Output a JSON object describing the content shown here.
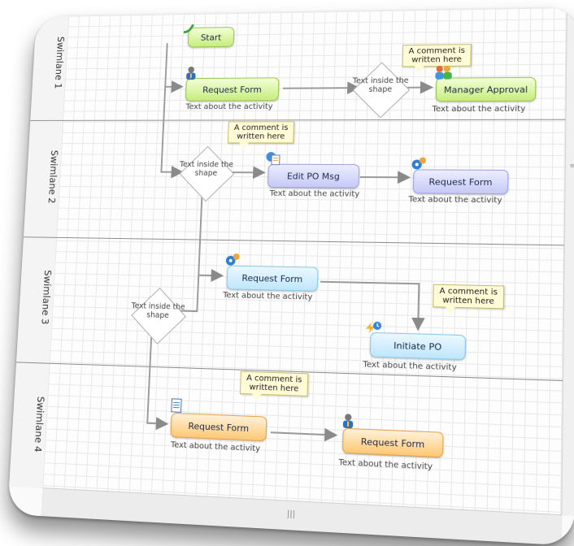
{
  "lanes": [
    {
      "label": "Swimlane 1"
    },
    {
      "label": "Swimlane 2"
    },
    {
      "label": "Swimlane 3"
    },
    {
      "label": "Swimlane 4"
    }
  ],
  "nodes": {
    "start": "Start",
    "lane1_request": "Request Form",
    "lane1_manager": "Manager Approval",
    "lane2_edit": "Edit PO Msg",
    "lane2_request": "Request Form",
    "lane3_request": "Request Form",
    "lane3_initiate": "Initiate PO",
    "lane4_request_a": "Request Form",
    "lane4_request_b": "Request Form"
  },
  "captions": {
    "lane1_request": "Text about the activity",
    "lane1_manager": "Text about the activity",
    "lane2_edit": "Text about the activity",
    "lane2_request": "Text about the activity",
    "lane3_request": "Text about the activity",
    "lane3_initiate": "Text about the activity",
    "lane4_request_a": "Text about the activity",
    "lane4_request_b": "Text about the activity"
  },
  "decisions": {
    "lane1": "Text inside the shape",
    "lane2": "Text inside the shape",
    "lane3": "Text inside the shape"
  },
  "comments": {
    "lane1": "A comment is written here",
    "lane2": "A comment is written here",
    "lane3": "A comment is written here",
    "lane4": "A comment is written here"
  },
  "icons": {
    "start": "start-arrow-icon",
    "lane1_request": "user-icon",
    "lane1_manager": "users-icon",
    "lane2_edit": "document-globe-icon",
    "lane2_request": "gear-icon",
    "lane3_request": "gear-icon",
    "lane3_initiate": "lightning-clock-icon",
    "lane4_request_a": "document-icon",
    "lane4_request_b": "user-icon"
  },
  "colors": {
    "green": "#c7ec7e",
    "violet": "#c5c9f5",
    "blue": "#bfe6fb",
    "orange": "#ffc874",
    "comment": "#fffbd6"
  }
}
